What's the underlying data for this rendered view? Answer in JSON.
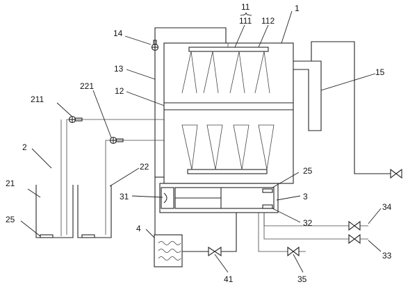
{
  "labels": {
    "l1": "1",
    "l11": "11",
    "l111": "111",
    "l112": "112",
    "l12": "12",
    "l13": "13",
    "l14": "14",
    "l15": "15",
    "l2": "2",
    "l21": "21",
    "l211": "211",
    "l22": "22",
    "l221": "221",
    "l25a": "25",
    "l25b": "25",
    "l3": "3",
    "l31": "31",
    "l32": "32",
    "l33": "33",
    "l34": "34",
    "l35": "35",
    "l4": "4",
    "l41": "41"
  },
  "colors": {
    "line": "#222222",
    "background": "#ffffff"
  }
}
